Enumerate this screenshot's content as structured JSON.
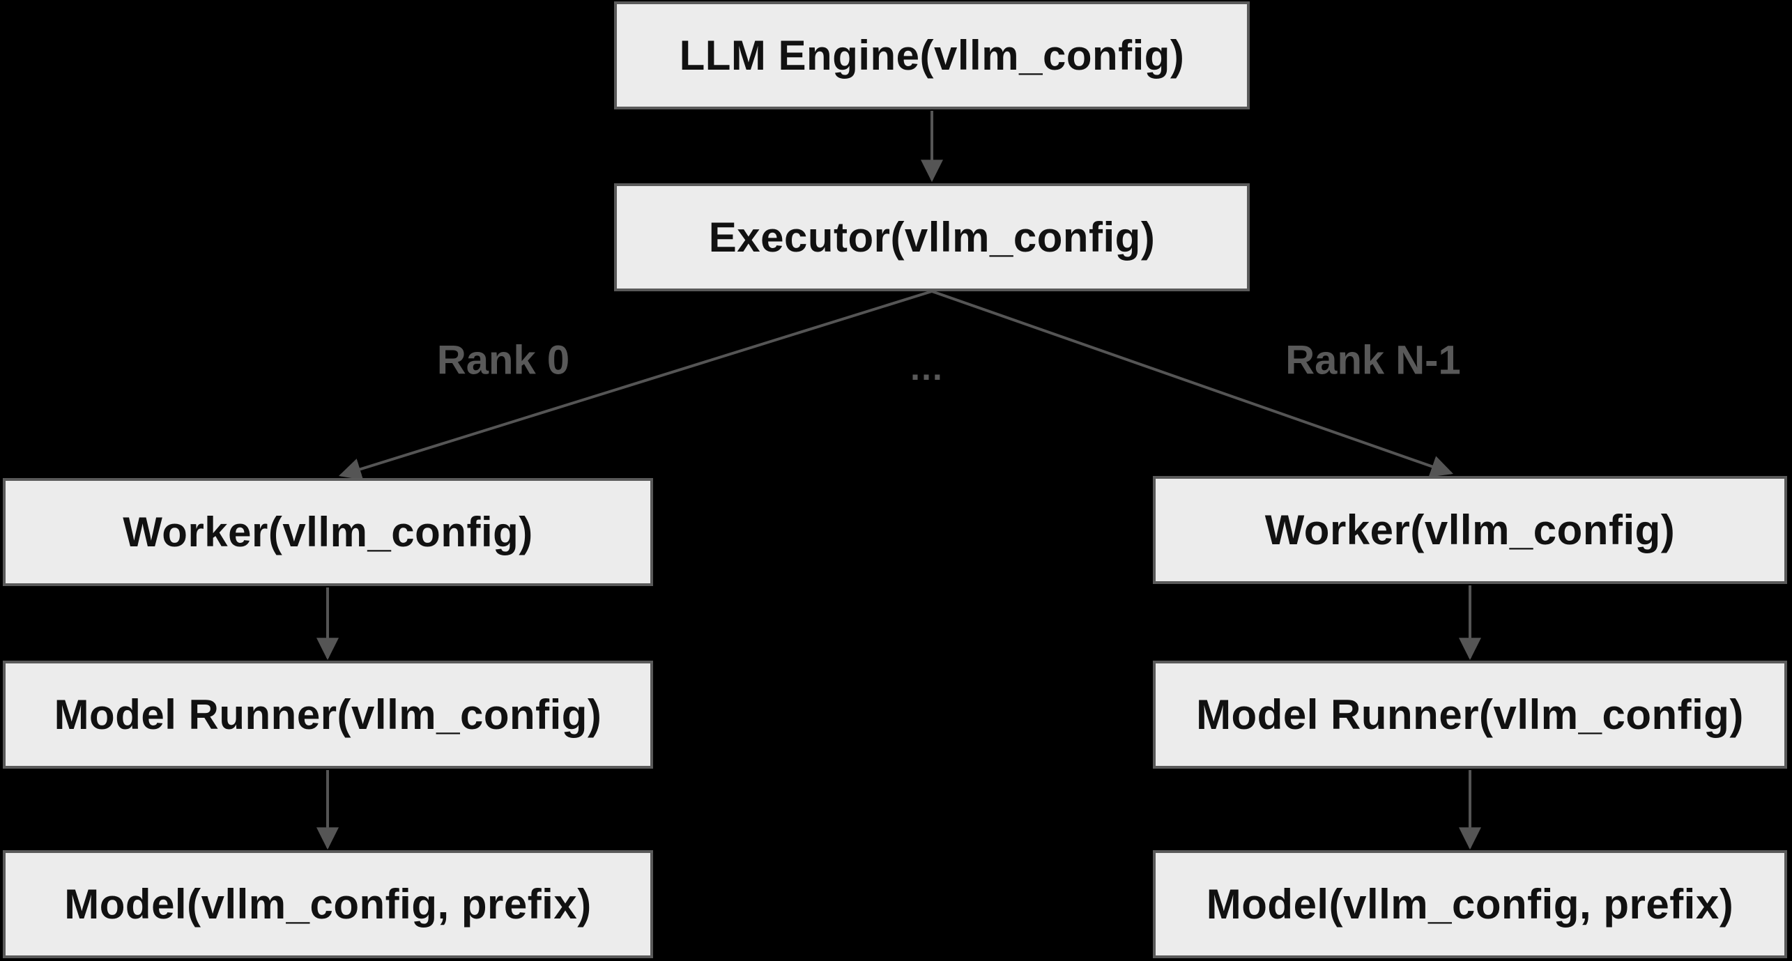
{
  "diagram": {
    "colors": {
      "background": "#000000",
      "box_fill": "#ececec",
      "box_border": "#5a5a5a",
      "box_text": "#111111",
      "arrow": "#555555",
      "edge_label": "#595959"
    },
    "nodes": {
      "llm_engine": {
        "label": "LLM Engine(vllm_config)"
      },
      "executor": {
        "label": "Executor(vllm_config)"
      },
      "worker_left": {
        "label": "Worker(vllm_config)"
      },
      "model_runner_left": {
        "label": "Model Runner(vllm_config)"
      },
      "model_left": {
        "label": "Model(vllm_config, prefix)"
      },
      "worker_right": {
        "label": "Worker(vllm_config)"
      },
      "model_runner_right": {
        "label": "Model Runner(vllm_config)"
      },
      "model_right": {
        "label": "Model(vllm_config, prefix)"
      }
    },
    "edge_labels": {
      "rank0": "Rank 0",
      "ellipsis": "…",
      "rank_n1": "Rank N-1"
    }
  }
}
